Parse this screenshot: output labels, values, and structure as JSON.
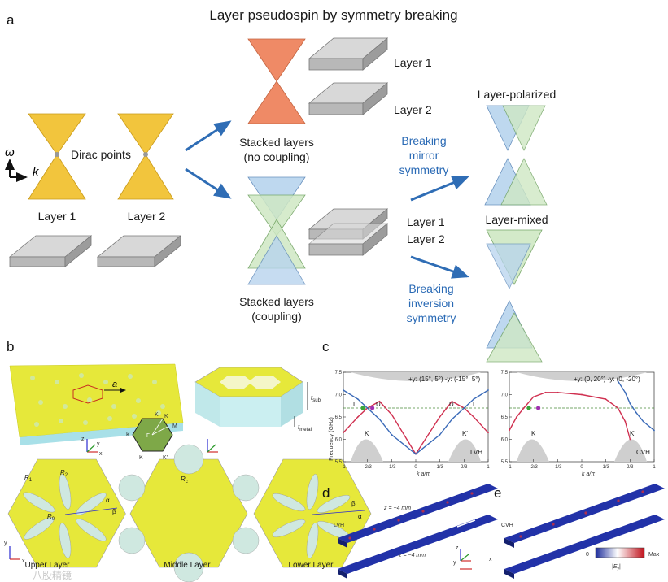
{
  "title": "Layer pseudospin by symmetry breaking",
  "panels": {
    "a": "a",
    "b": "b",
    "c": "c",
    "d": "d",
    "e": "e"
  },
  "panel_a": {
    "omega": "ω",
    "k": "k",
    "dirac_points": "Dirac points",
    "layer1": "Layer 1",
    "layer2": "Layer 2",
    "stacked_no_coupling_1": "Stacked layers",
    "stacked_no_coupling_2": "(no coupling)",
    "stacked_coupling_1": "Stacked layers",
    "stacked_coupling_2": "(coupling)",
    "breaking_mirror_1": "Breaking",
    "breaking_mirror_2": "mirror",
    "breaking_mirror_3": "symmetry",
    "breaking_inversion_1": "Breaking",
    "breaking_inversion_2": "inversion",
    "breaking_inversion_3": "symmetry",
    "layer_polarized": "Layer-polarized",
    "layer_mixed": "Layer-mixed",
    "colors": {
      "gold": "#f2c53d",
      "salmon": "#ef8a66",
      "blue": "#b8d4ee",
      "green": "#cfe8c4",
      "arrow": "#2f6db5",
      "slab": "#c8c8c8"
    }
  },
  "panel_b": {
    "a_label": "a",
    "t_sub": "t",
    "t_sub_sub": "sub",
    "t_metal": "t",
    "t_metal_sub": "metal",
    "hex_labels": {
      "K": "K",
      "Kp": "K'",
      "M": "M",
      "Gamma": "Γ"
    },
    "r1": "R",
    "r1_sub": "1",
    "r2": "R",
    "r2_sub": "2",
    "r0": "R",
    "r0_sub": "0",
    "rc": "R",
    "rc_sub": "c",
    "alpha": "α",
    "beta": "β",
    "upper_layer": "Upper Layer",
    "middle_layer": "Middle Layer",
    "lower_layer": "Lower Layer",
    "axes": {
      "x": "x",
      "y": "y",
      "z": "z"
    }
  },
  "panel_c": {
    "left": {
      "legend": "+y: (15°, 5°)  -y: (-15°, 5°)",
      "tag": "LVH",
      "band_labels": [
        "L",
        "U",
        "U",
        "L",
        "K",
        "K'"
      ]
    },
    "right": {
      "legend": "+y: (0, 20°)  -y: (0, -20°)",
      "tag": "CVH",
      "band_labels": [
        "K",
        "K'"
      ]
    },
    "ylabel": "Frequency (GHz)",
    "xlabel": "k",
    "xlabel_rest": "a/π",
    "yticks": [
      "7.5",
      "7.0",
      "6.5",
      "6.0",
      "5.5"
    ],
    "xticks": [
      "-1",
      "-2/3",
      "-1/3",
      "0",
      "1/3",
      "2/3",
      "1"
    ]
  },
  "panel_d": {
    "tag": "LVH",
    "z_top": "z = +4 mm",
    "z_bottom": "z = −4 mm"
  },
  "panel_e": {
    "tag": "CVH",
    "colorbar_min": "0",
    "colorbar_max": "Max",
    "colorbar_label": "|E",
    "colorbar_label_sub": "y",
    "colorbar_label_end": "|"
  },
  "watermark": "八股精镜",
  "chart_data": [
    {
      "type": "line",
      "title": "",
      "ylabel": "Frequency (GHz)",
      "xlabel": "k a/π",
      "xlim": [
        -1,
        1
      ],
      "ylim": [
        5.5,
        7.5
      ],
      "series": [
        {
          "name": "",
          "x": [
            -1,
            -0.8,
            -0.667,
            -0.5,
            -0.33,
            0,
            0.33,
            0.5,
            0.667,
            0.8,
            1
          ],
          "y": [
            6.15,
            6.5,
            6.7,
            6.85,
            6.55,
            5.67,
            6.5,
            6.85,
            6.7,
            6.5,
            6.15
          ]
        },
        {
          "name": "",
          "x": [
            -1,
            -0.8,
            -0.667,
            -0.5,
            -0.33,
            0,
            0.33,
            0.5,
            0.667,
            0.8,
            1
          ],
          "y": [
            7.1,
            6.9,
            6.7,
            6.45,
            6.1,
            5.67,
            6.1,
            6.45,
            6.7,
            6.9,
            7.1
          ]
        }
      ]
    },
    {
      "type": "line",
      "title": "",
      "ylabel": "",
      "xlabel": "k a/π",
      "xlim": [
        -1,
        1
      ],
      "ylim": [
        5.5,
        7.5
      ],
      "series": [
        {
          "name": "",
          "x": [
            -1,
            -0.9,
            -0.8,
            -0.667,
            -0.5,
            -0.33,
            0,
            0.33,
            0.5,
            0.6,
            0.667
          ],
          "y": [
            6.2,
            6.5,
            6.7,
            6.95,
            7.05,
            7.05,
            7.0,
            6.9,
            6.7,
            6.4,
            6.0
          ]
        },
        {
          "name": "",
          "x": [
            0.5,
            0.6,
            0.667,
            0.75,
            0.85,
            1
          ],
          "y": [
            7.3,
            7.05,
            6.8,
            6.6,
            6.4,
            6.2
          ]
        }
      ]
    }
  ]
}
